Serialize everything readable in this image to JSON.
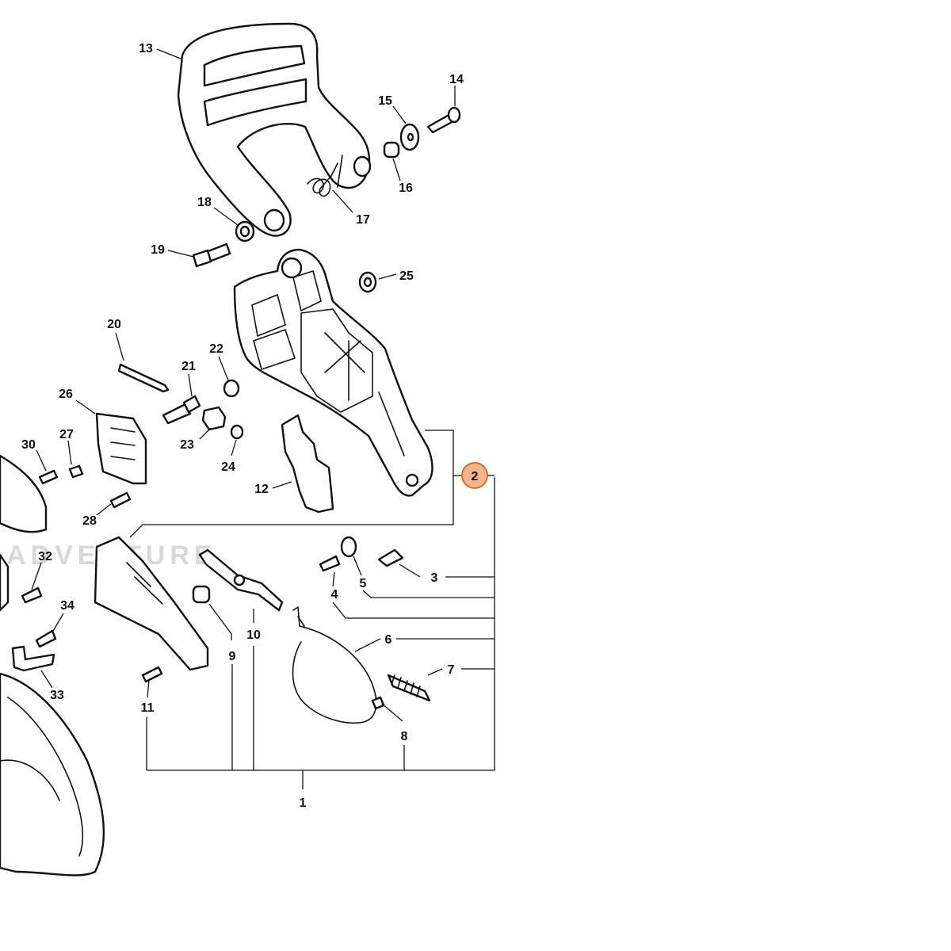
{
  "watermark": {
    "text": "ADVENTURE"
  },
  "highlight": {
    "label": "2",
    "fill": "#f2b58a",
    "stroke": "#c9712f"
  },
  "labels": {
    "p1": "1",
    "p2": "2",
    "p3": "3",
    "p4": "4",
    "p5": "5",
    "p6": "6",
    "p7": "7",
    "p8": "8",
    "p9": "9",
    "p10": "10",
    "p11": "11",
    "p12": "12",
    "p13": "13",
    "p14": "14",
    "p15": "15",
    "p16": "16",
    "p17": "17",
    "p18": "18",
    "p19": "19",
    "p20": "20",
    "p21": "21",
    "p22": "22",
    "p23": "23",
    "p24": "24",
    "p25": "25",
    "p26": "26",
    "p27": "27",
    "p28": "28",
    "p30": "30",
    "p32": "32",
    "p33": "33",
    "p34": "34"
  }
}
